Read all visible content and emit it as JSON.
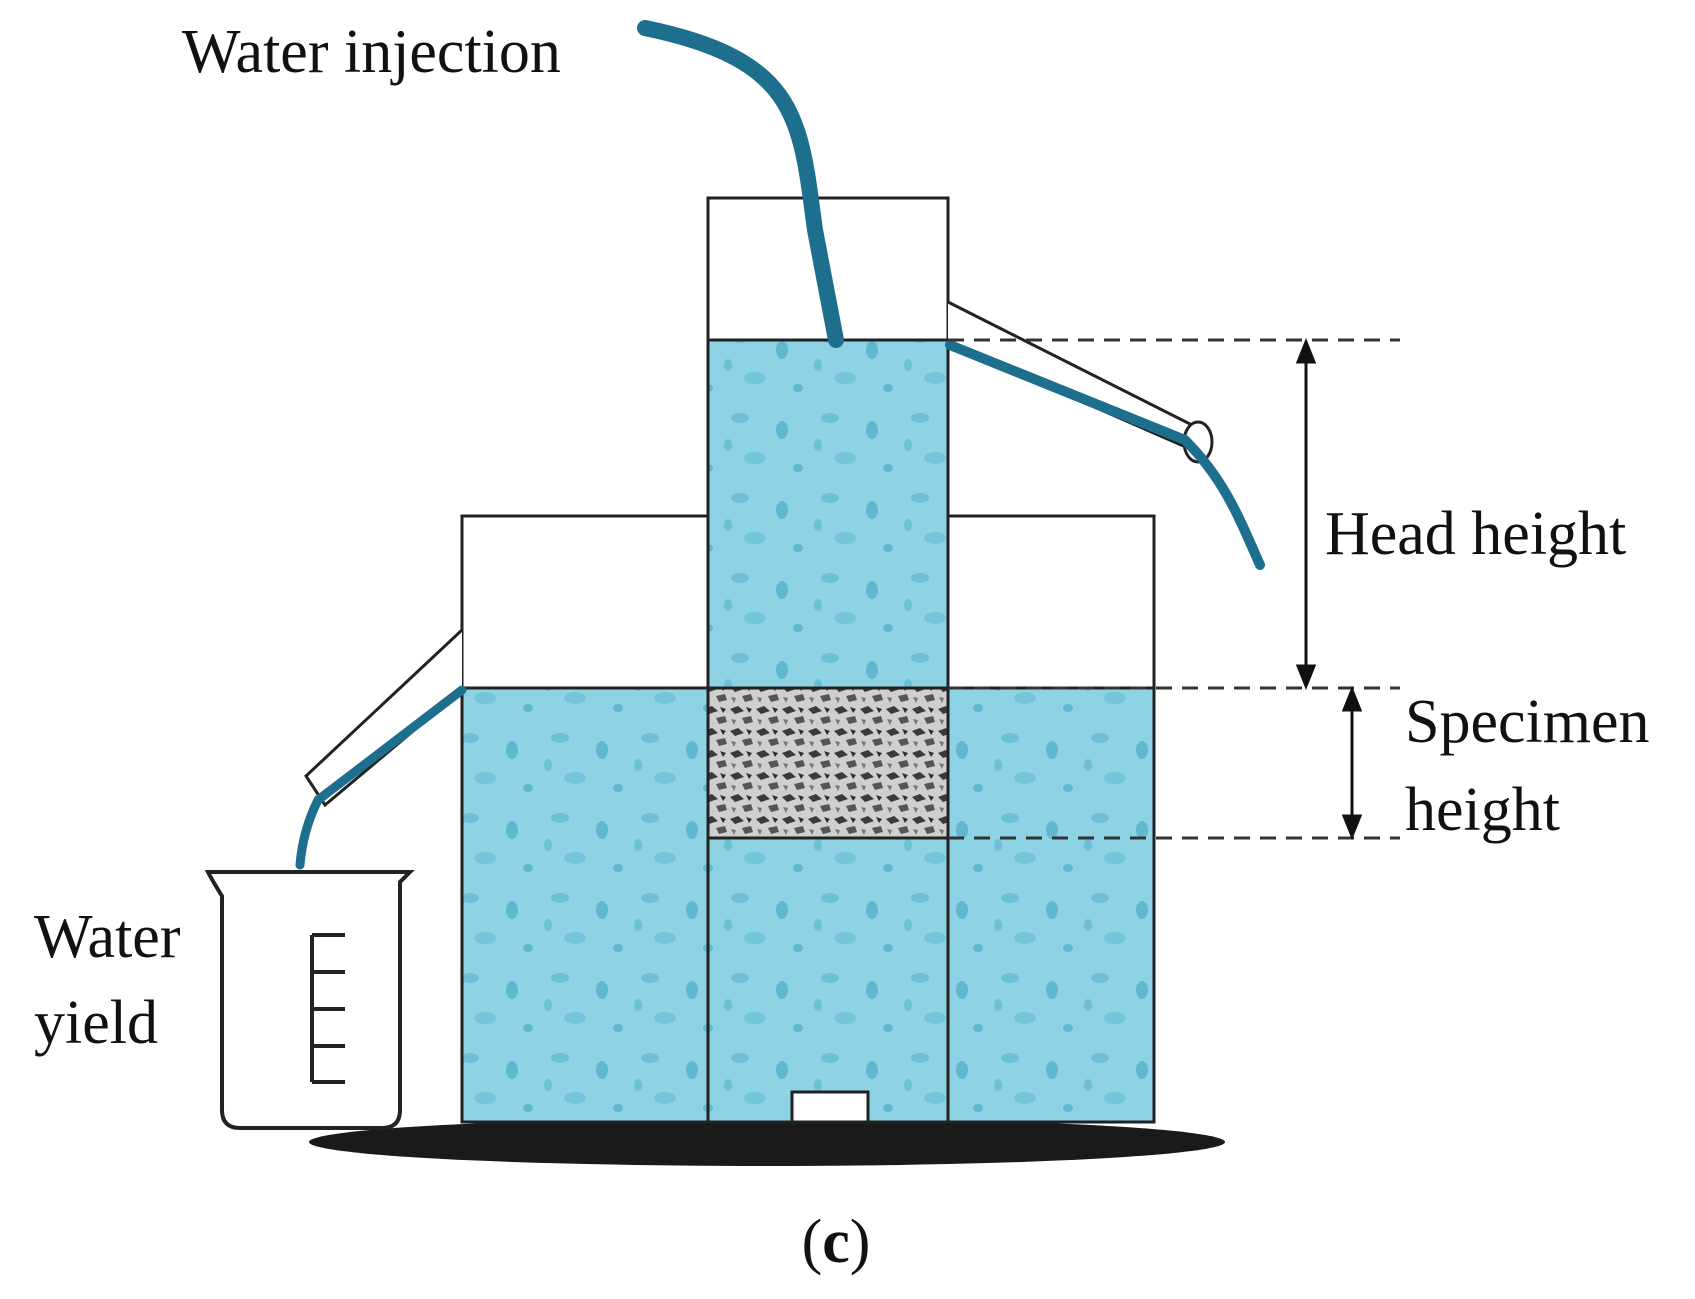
{
  "labels": {
    "water_injection": "Water injection",
    "head_height": "Head height",
    "specimen_line1": "Specimen",
    "specimen_line2": "height",
    "water_yield_line1": "Water",
    "water_yield_line2": "yield"
  },
  "caption": {
    "open": "(",
    "letter": "c",
    "close": ")"
  },
  "colors": {
    "water": "#8ed3e3",
    "water_bubble": "#5fb8cf",
    "tube": "#1e6f8e",
    "outline": "#222222",
    "base": "#1a1a1a"
  }
}
